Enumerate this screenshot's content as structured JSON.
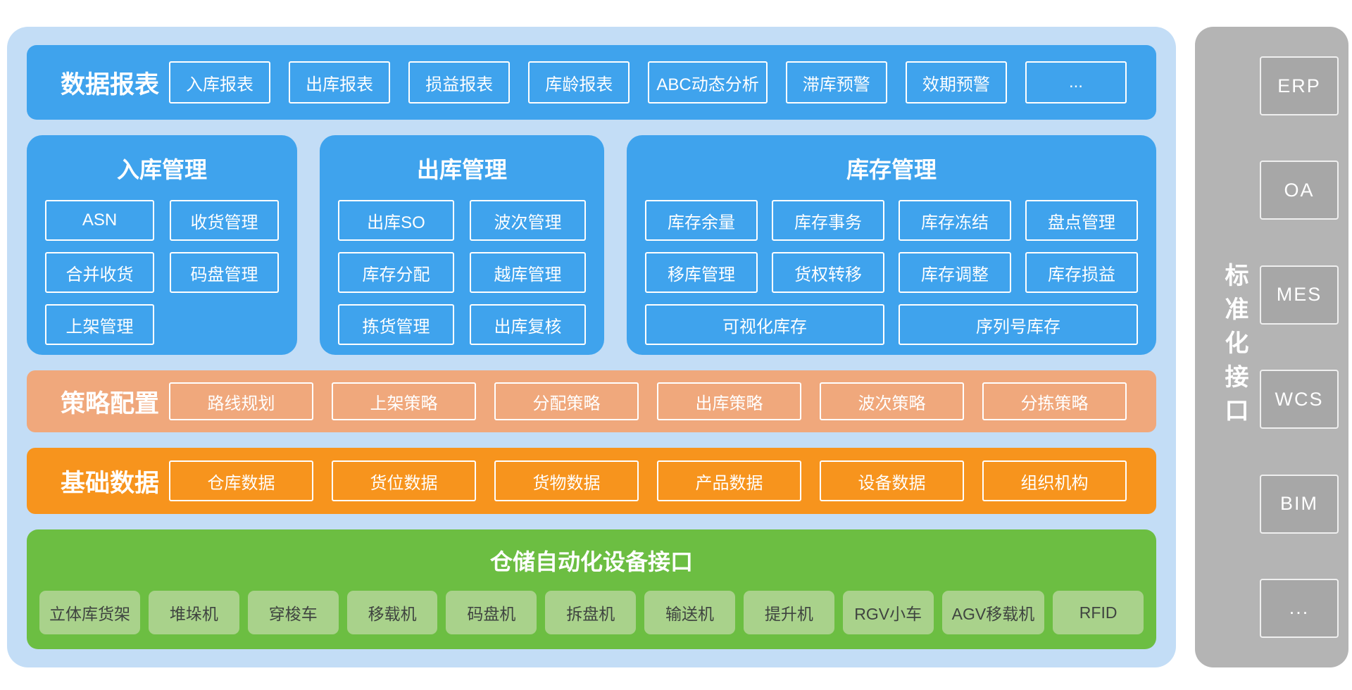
{
  "report_band": {
    "title": "数据报表",
    "items": [
      "入库报表",
      "出库报表",
      "损益报表",
      "库龄报表",
      "ABC动态分析",
      "滞库预警",
      "效期预警",
      "..."
    ]
  },
  "panels": [
    {
      "title": "入库管理",
      "items": [
        "ASN",
        "收货管理",
        "合并收货",
        "码盘管理",
        "上架管理"
      ]
    },
    {
      "title": "出库管理",
      "items": [
        "出库SO",
        "波次管理",
        "库存分配",
        "越库管理",
        "拣货管理",
        "出库复核"
      ]
    },
    {
      "title": "库存管理",
      "items": [
        "库存余量",
        "库存事务",
        "库存冻结",
        "盘点管理",
        "移库管理",
        "货权转移",
        "库存调整",
        "库存损益"
      ],
      "wide_items": [
        "可视化库存",
        "序列号库存"
      ]
    }
  ],
  "strategy_band": {
    "title": "策略配置",
    "items": [
      "路线规划",
      "上架策略",
      "分配策略",
      "出库策略",
      "波次策略",
      "分拣策略"
    ]
  },
  "base_band": {
    "title": "基础数据",
    "items": [
      "仓库数据",
      "货位数据",
      "货物数据",
      "产品数据",
      "设备数据",
      "组织机构"
    ]
  },
  "automation_band": {
    "title": "仓储自动化设备接口",
    "items": [
      "立体库货架",
      "堆垛机",
      "穿梭车",
      "移载机",
      "码盘机",
      "拆盘机",
      "输送机",
      "提升机",
      "RGV小车",
      "AGV移载机",
      "RFID"
    ]
  },
  "interface_panel": {
    "title": "标准化接口",
    "items": [
      "ERP",
      "OA",
      "MES",
      "WCS",
      "BIM",
      "..."
    ]
  },
  "colors": {
    "blue": "#3fa3ed",
    "container_blue": "#c3ddf6",
    "salmon": "#f0a87c",
    "orange": "#f7941d",
    "green": "#6cbe42",
    "green_chip": "#a9d28b",
    "gray": "#b4b4b4"
  }
}
